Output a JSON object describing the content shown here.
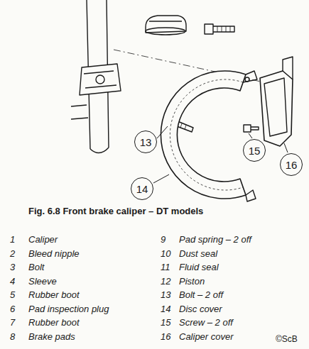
{
  "diagram": {
    "caption": "Fig. 6.8 Front brake caliper – DT models",
    "nodes": [
      {
        "text": [
          "13"
        ]
      },
      {
        "text": [
          "15"
        ]
      },
      {
        "text": [
          "16"
        ]
      },
      {
        "text": [
          "14"
        ]
      }
    ],
    "labels": [
      "1",
      "Caliper",
      "9",
      "Pad spring – 2 off",
      "2",
      "Bleed nipple",
      "10",
      "Dust seal",
      "3",
      "Bolt",
      "11",
      "Fluid seal",
      "4",
      "Sleeve",
      "12",
      "Piston",
      "5",
      "Rubber boot",
      "13",
      "Bolt – 2 off",
      "6",
      "Pad inspection plug",
      "14",
      "Disc cover",
      "7",
      "Rubber boot",
      "15",
      "Screw – 2 off",
      "8",
      "Brake pads",
      "16",
      "Caliper cover",
      "©ScB"
    ]
  }
}
